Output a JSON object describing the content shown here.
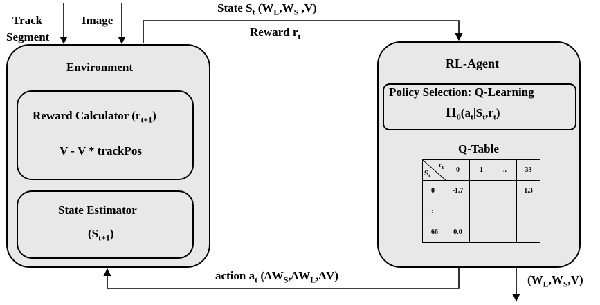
{
  "inputs": {
    "track_segment_line1": "Track",
    "track_segment_line2": "Segment",
    "image": "Image"
  },
  "state_label": {
    "prefix": "State S",
    "sub_t": "t",
    "open": " (W",
    "sub_L": "L",
    "comma": ",W",
    "sub_S": "S",
    "tail": " ,V)"
  },
  "reward_label": {
    "prefix": "Reward r",
    "sub_t": "t"
  },
  "environment": {
    "title": "Environment",
    "reward_calc": {
      "title_prefix": "Reward Calculator (r",
      "title_sub": "t+1",
      "title_suffix": ")",
      "formula": "V - V * trackPos"
    },
    "state_estimator": {
      "title": "State Estimator",
      "value_prefix": "(S",
      "value_sub": "t+1",
      "value_suffix": ")"
    }
  },
  "agent": {
    "title": "RL-Agent",
    "policy": {
      "title": "Policy Selection: Q-Learning",
      "formula_pi": "Π",
      "formula_theta": "θ",
      "formula_body_1": "(a",
      "formula_sub_1": "t",
      "formula_body_2": "|S",
      "formula_sub_2": "t",
      "formula_body_3": ",r",
      "formula_sub_3": "t",
      "formula_body_4": ")"
    },
    "qtable": {
      "title": "Q-Table",
      "corner_s": "S",
      "corner_s_sub": "t",
      "corner_r": "r",
      "corner_r_sub": "t",
      "header": [
        "0",
        "1",
        "..",
        "33"
      ],
      "rows": [
        {
          "label": "0",
          "cells": [
            "-1.7",
            "",
            "",
            "1.3"
          ]
        },
        {
          "label": ":",
          "cells": [
            "",
            "",
            "",
            ""
          ]
        },
        {
          "label": "66",
          "cells": [
            "0.0",
            "",
            "",
            ""
          ]
        }
      ]
    }
  },
  "action_label": {
    "prefix": "action a",
    "sub_t": "t",
    "open": " (",
    "d1": "ΔW",
    "sub_S": "S",
    "d2": ",ΔW",
    "sub_L": "L",
    "d3": ",ΔV)"
  },
  "output_label": {
    "open": "(W",
    "sub_L": "L",
    "mid": ",W",
    "sub_S": "S",
    "tail": ",V)"
  }
}
